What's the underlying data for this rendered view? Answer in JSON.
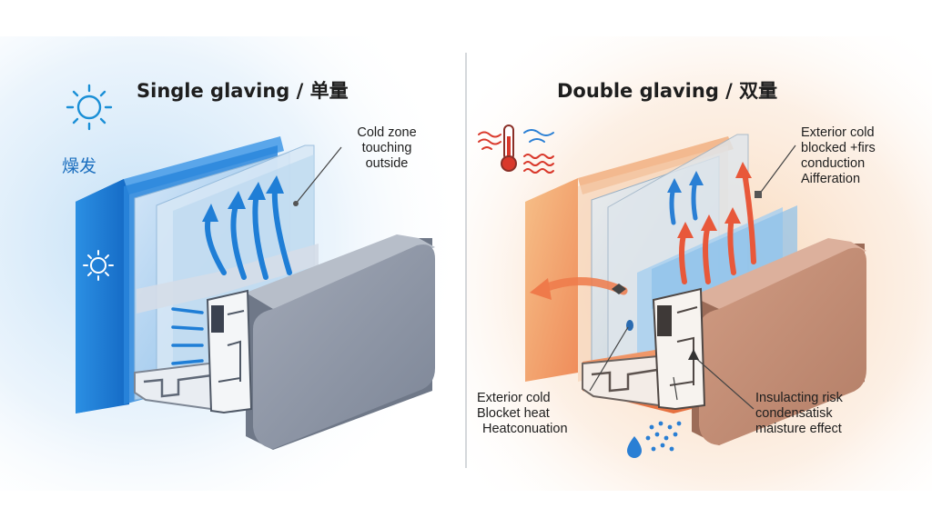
{
  "colors": {
    "cold_blue": "#1f7ed6",
    "warm_orange": "#ef7a4a",
    "frame_gray": "#8e96a6",
    "frame_brown": "#c28b74"
  },
  "left_panel": {
    "title": "Single glaving / 单量",
    "side_label": "燥发",
    "icons": [
      "sun-icon",
      "sun-icon"
    ],
    "callout": [
      "Cold zone",
      "touching",
      "outside"
    ]
  },
  "right_panel": {
    "title": "Double glaving / 双量",
    "icons": [
      "thermometer-icon",
      "wind-icon",
      "heat-waves-icon",
      "water-drop-icon"
    ],
    "callout_top": [
      "Exterior cold",
      "blocked +firs",
      "conduction",
      "Aifferation"
    ],
    "callout_bottom_left": [
      "Exterior cold",
      "Blocket heat",
      "Heatconuation"
    ],
    "callout_bottom_right": [
      "Insulacting risk",
      "condensatisk",
      "maisture effect"
    ]
  }
}
